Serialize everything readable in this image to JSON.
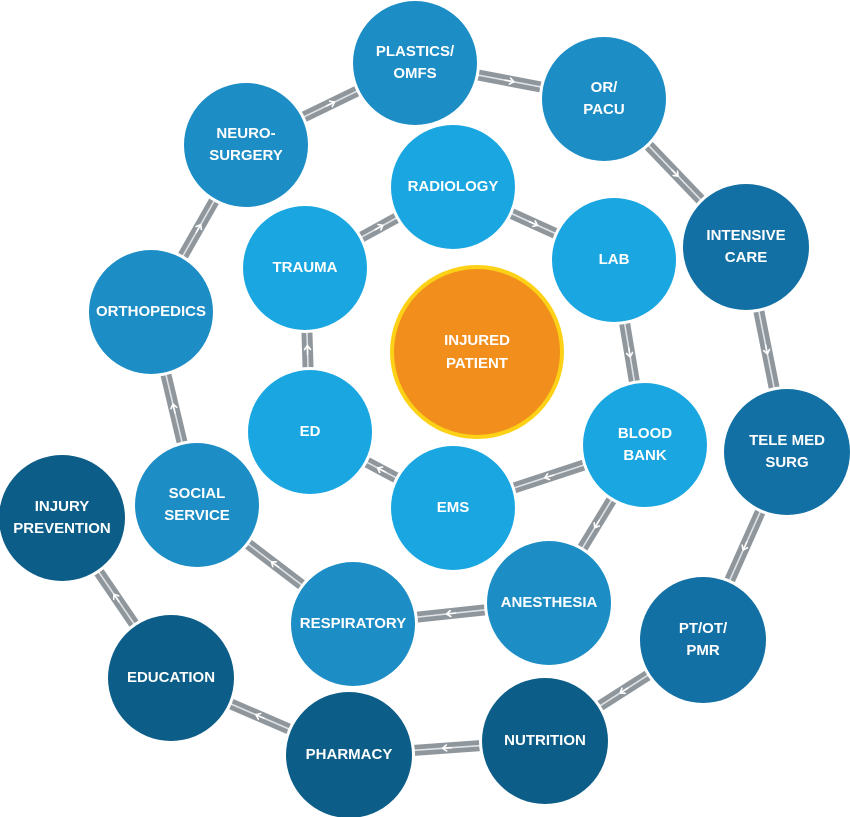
{
  "center": {
    "line1": "INJURED",
    "line2": "PATIENT",
    "color": "#f18e1c",
    "ring_color": "#fcd116"
  },
  "colors": {
    "inner": "#1aa7e1",
    "middle": "#1d8dc6",
    "outer": "#1370a4",
    "far": "#0c5d87",
    "track": "#8f979d"
  },
  "inner_ring": [
    {
      "id": "radiology",
      "lines": [
        "RADIOLOGY"
      ]
    },
    {
      "id": "lab",
      "lines": [
        "LAB"
      ]
    },
    {
      "id": "blood-bank",
      "lines": [
        "BLOOD",
        "BANK"
      ]
    },
    {
      "id": "ems",
      "lines": [
        "EMS"
      ]
    },
    {
      "id": "ed",
      "lines": [
        "ED"
      ]
    },
    {
      "id": "trauma",
      "lines": [
        "TRAUMA"
      ]
    }
  ],
  "middle_ring": [
    {
      "id": "anesthesia",
      "lines": [
        "ANESTHESIA"
      ]
    },
    {
      "id": "respiratory",
      "lines": [
        "RESPIRATORY"
      ]
    },
    {
      "id": "social-service",
      "lines": [
        "SOCIAL",
        "SERVICE"
      ]
    },
    {
      "id": "orthopedics",
      "lines": [
        "ORTHOPEDICS"
      ]
    },
    {
      "id": "neuro-surgery",
      "lines": [
        "NEURO-",
        "SURGERY"
      ]
    },
    {
      "id": "plastics-omfs",
      "lines": [
        "PLASTICS/",
        "OMFS"
      ]
    },
    {
      "id": "or-pacu",
      "lines": [
        "OR/",
        "PACU"
      ]
    }
  ],
  "outer_ring": [
    {
      "id": "intensive-care",
      "lines": [
        "INTENSIVE",
        "CARE"
      ]
    },
    {
      "id": "tele-med-surg",
      "lines": [
        "TELE MED",
        "SURG"
      ]
    },
    {
      "id": "pt-ot-pmr",
      "lines": [
        "PT/OT/",
        "PMR"
      ]
    },
    {
      "id": "nutrition",
      "lines": [
        "NUTRITION"
      ]
    },
    {
      "id": "pharmacy",
      "lines": [
        "PHARMACY"
      ]
    },
    {
      "id": "education",
      "lines": [
        "EDUCATION"
      ]
    },
    {
      "id": "injury-prevention",
      "lines": [
        "INJURY",
        "PREVENTION"
      ]
    }
  ]
}
